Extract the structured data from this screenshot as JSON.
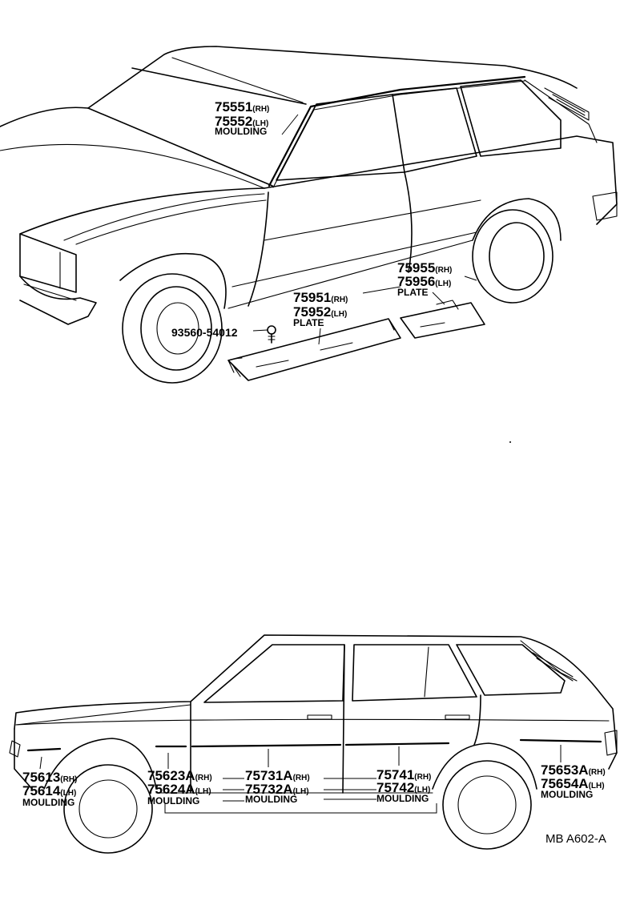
{
  "top_view": {
    "roof_moulding": {
      "part_rh": "75551",
      "side_rh": "(RH)",
      "part_lh": "75552",
      "side_lh": "(LH)",
      "desc": "MOULDING"
    },
    "rear_plate": {
      "part_rh": "75955",
      "side_rh": "(RH)",
      "part_lh": "75956",
      "side_lh": "(LH)",
      "desc": "PLATE"
    },
    "front_plate": {
      "part_rh": "75951",
      "side_rh": "(RH)",
      "part_lh": "75952",
      "side_lh": "(LH)",
      "desc": "PLATE"
    },
    "screw": {
      "part": "93560-54012"
    }
  },
  "side_view": {
    "fender_moulding": {
      "part_rh": "75613",
      "side_rh": "(RH)",
      "part_lh": "75614",
      "side_lh": "(LH)",
      "desc": "MOULDING"
    },
    "front_wheel_moulding": {
      "part_rh": "75623A",
      "side_rh": "(RH)",
      "part_lh": "75624A",
      "side_lh": "(LH)",
      "desc": "MOULDING"
    },
    "front_door_moulding": {
      "part_rh": "75731A",
      "side_rh": "(RH)",
      "part_lh": "75732A",
      "side_lh": "(LH)",
      "desc": "MOULDING"
    },
    "rear_door_moulding": {
      "part_rh": "75741",
      "side_rh": "(RH)",
      "part_lh": "75742",
      "side_lh": "(LH)",
      "desc": "MOULDING"
    },
    "quarter_moulding": {
      "part_rh": "75653A",
      "side_rh": "(RH)",
      "part_lh": "75654A",
      "side_lh": "(LH)",
      "desc": "MOULDING"
    }
  },
  "reference_code": "MB A602-A"
}
